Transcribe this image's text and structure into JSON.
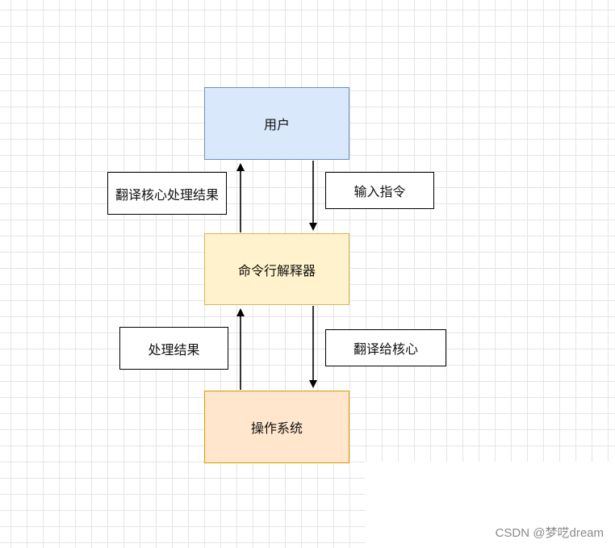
{
  "diagram": {
    "nodes": {
      "user": {
        "label": "用户",
        "fill": "#dae8fc",
        "stroke": "#6c8ebf"
      },
      "shell": {
        "label": "命令行解释器",
        "fill": "#fff2cc",
        "stroke": "#d6b656"
      },
      "os": {
        "label": "操作系统",
        "fill": "#ffe6cc",
        "stroke": "#d79b00"
      }
    },
    "labels": {
      "input_command": "输入指令",
      "translate_kernel_result": "翻译核心处理结果",
      "translate_to_kernel": "翻译给核心",
      "process_result": "处理结果"
    }
  },
  "watermark": "CSDN @梦呓dream"
}
